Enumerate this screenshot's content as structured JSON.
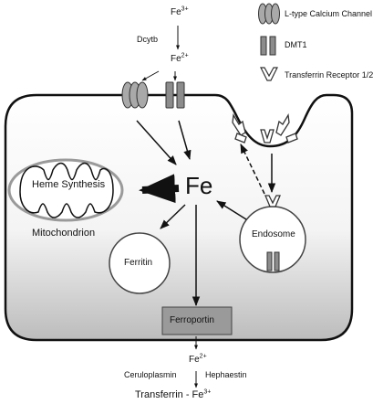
{
  "legend": {
    "calcium_channel": "L-type Calcium Channel",
    "dmt1": "DMT1",
    "transferrin_receptor": "Transferrin Receptor 1/2"
  },
  "uptake": {
    "fe3_base": "Fe",
    "fe3_charge": "3+",
    "dcytb": "Dcytb",
    "fe2_base": "Fe",
    "fe2_charge": "2+"
  },
  "cell": {
    "iron_pool": "Fe",
    "heme_synthesis": "Heme Synthesis",
    "mitochondrion": "Mitochondrion",
    "ferritin": "Ferritin",
    "endosome": "Endosome",
    "ferroportin": "Ferroportin"
  },
  "export": {
    "fe2_base": "Fe",
    "fe2_charge": "2+",
    "ceruloplasmin": "Ceruloplasmin",
    "hephaestin": "Hephaestin",
    "transferrin_fe3": "Transferrin - Fe",
    "transferrin_charge": "3+"
  },
  "colors": {
    "cell_fill_top": "#ffffff",
    "cell_fill_bottom": "#bdbdbd",
    "channel_fill": "#a9a9a9",
    "dmt1_fill": "#8c8c8c",
    "mito_outer": "#9a9a9a",
    "ferroportin_fill": "#9a9a9a"
  }
}
